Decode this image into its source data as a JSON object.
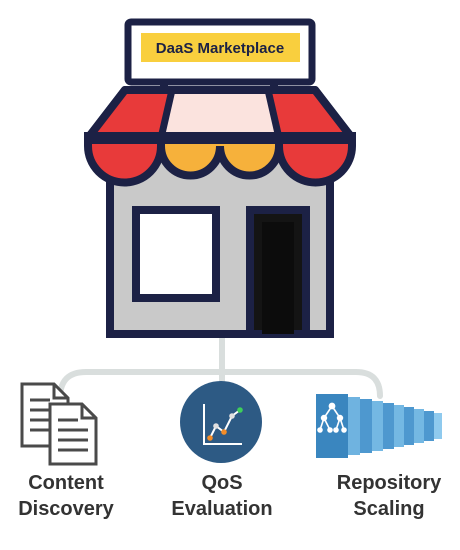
{
  "store": {
    "sign_text": "DaaS Marketplace"
  },
  "features": [
    {
      "line1": "Content",
      "line2": "Discovery",
      "icon": "documents-icon"
    },
    {
      "line1": "QoS",
      "line2": "Evaluation",
      "icon": "line-chart-icon"
    },
    {
      "line1": "Repository",
      "line2": "Scaling",
      "icon": "server-rack-icon"
    }
  ],
  "colors": {
    "outline": "#1c2145",
    "awning_red": "#e83a3a",
    "awning_pink": "#fbe3de",
    "awning_yellow": "#f6b13b",
    "sign_yellow": "#f9cf3e",
    "wall_gray": "#c9c9c9",
    "door_dark": "#141414",
    "connector_gray": "#d9dedd",
    "qos_blue": "#2d5a84",
    "server_blue": "#3a86bf"
  }
}
